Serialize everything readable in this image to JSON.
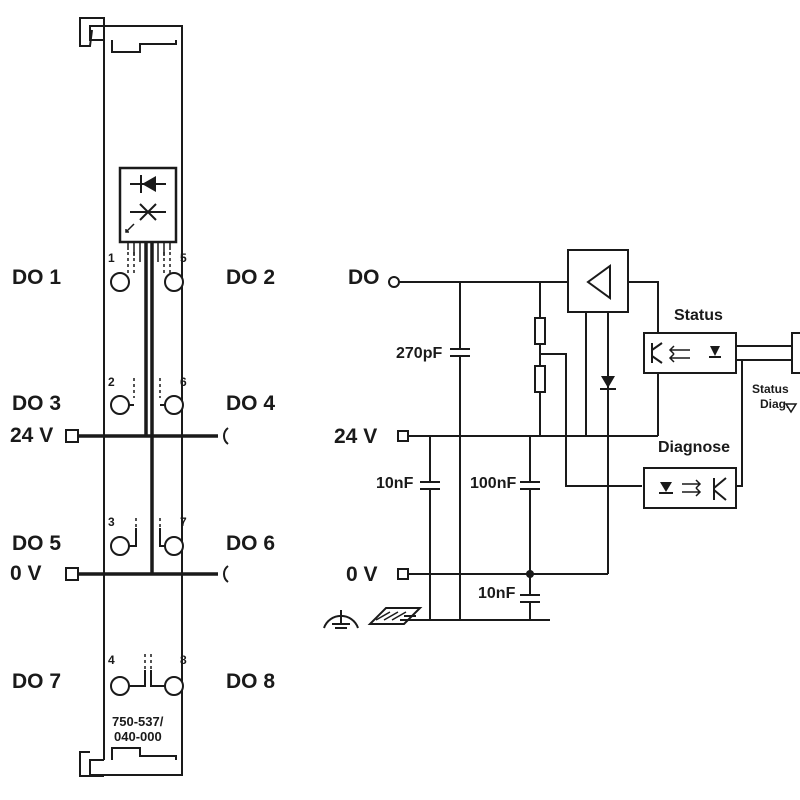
{
  "module": {
    "part_number_line1": "750-537/",
    "part_number_line2": "040-000",
    "left_labels": [
      "DO 1",
      "DO 3",
      "DO 5",
      "DO 7"
    ],
    "right_labels": [
      "DO 2",
      "DO 4",
      "DO 6",
      "DO 8"
    ],
    "supply_24v": "24 V",
    "supply_0v": "0 V",
    "pins": [
      "1",
      "5",
      "2",
      "6",
      "3",
      "7",
      "4",
      "8"
    ]
  },
  "schematic": {
    "input_do": "DO",
    "input_24v": "24 V",
    "input_0v": "0 V",
    "cap_270pf": "270pF",
    "cap_10nf_a": "10nF",
    "cap_100nf": "100nF",
    "cap_10nf_b": "10nF",
    "status_label": "Status",
    "diagnose_label": "Diagnose",
    "status_diag_line1": "Status",
    "status_diag_line2": "Diag."
  }
}
